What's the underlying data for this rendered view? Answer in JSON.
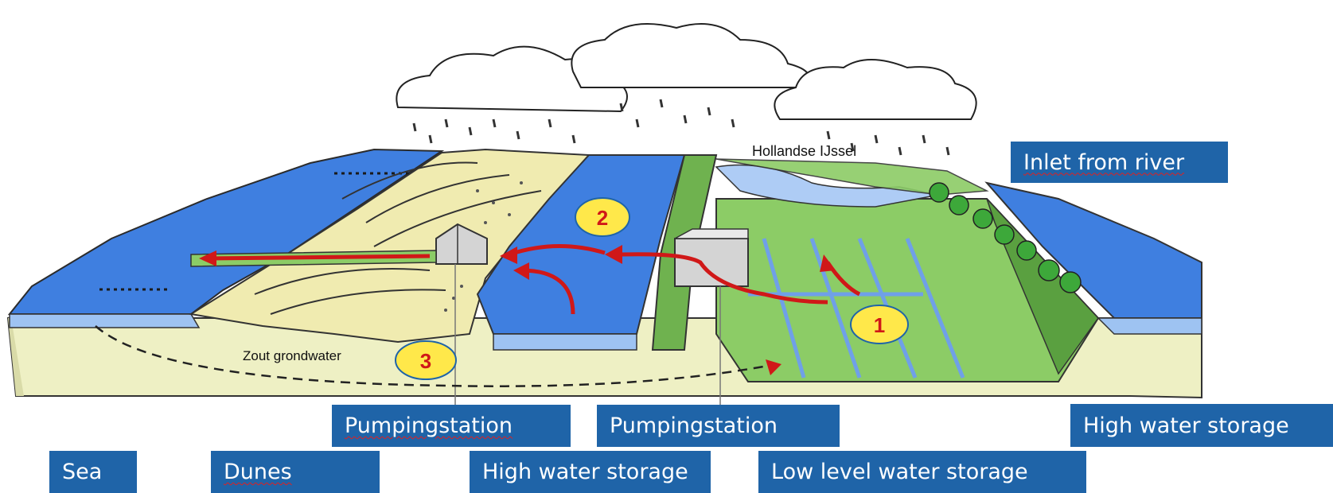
{
  "diagram": {
    "labels": {
      "inlet_from_river": "Inlet from river",
      "pumping_station_left": "Pumpingstation",
      "pumping_station_right": "Pumpingstation",
      "high_water_storage_right": "High water storage",
      "sea": "Sea",
      "dunes": "Dunes",
      "high_water_storage_center": "High water storage",
      "low_level_water_storage": "Low level water storage"
    },
    "map_text": {
      "river_name": "Hollandse IJssel",
      "salt_groundwater": "Zout grondwater"
    },
    "markers": [
      "1",
      "2",
      "3"
    ],
    "colors": {
      "label_background": "#1f64a8",
      "label_text": "#ffffff",
      "water": "#3f7fe0",
      "dunes": "#f0ebb0",
      "grass": "#7cbf5c",
      "flow_arrow": "#d01818",
      "marker_fill": "#ffe84a"
    }
  }
}
